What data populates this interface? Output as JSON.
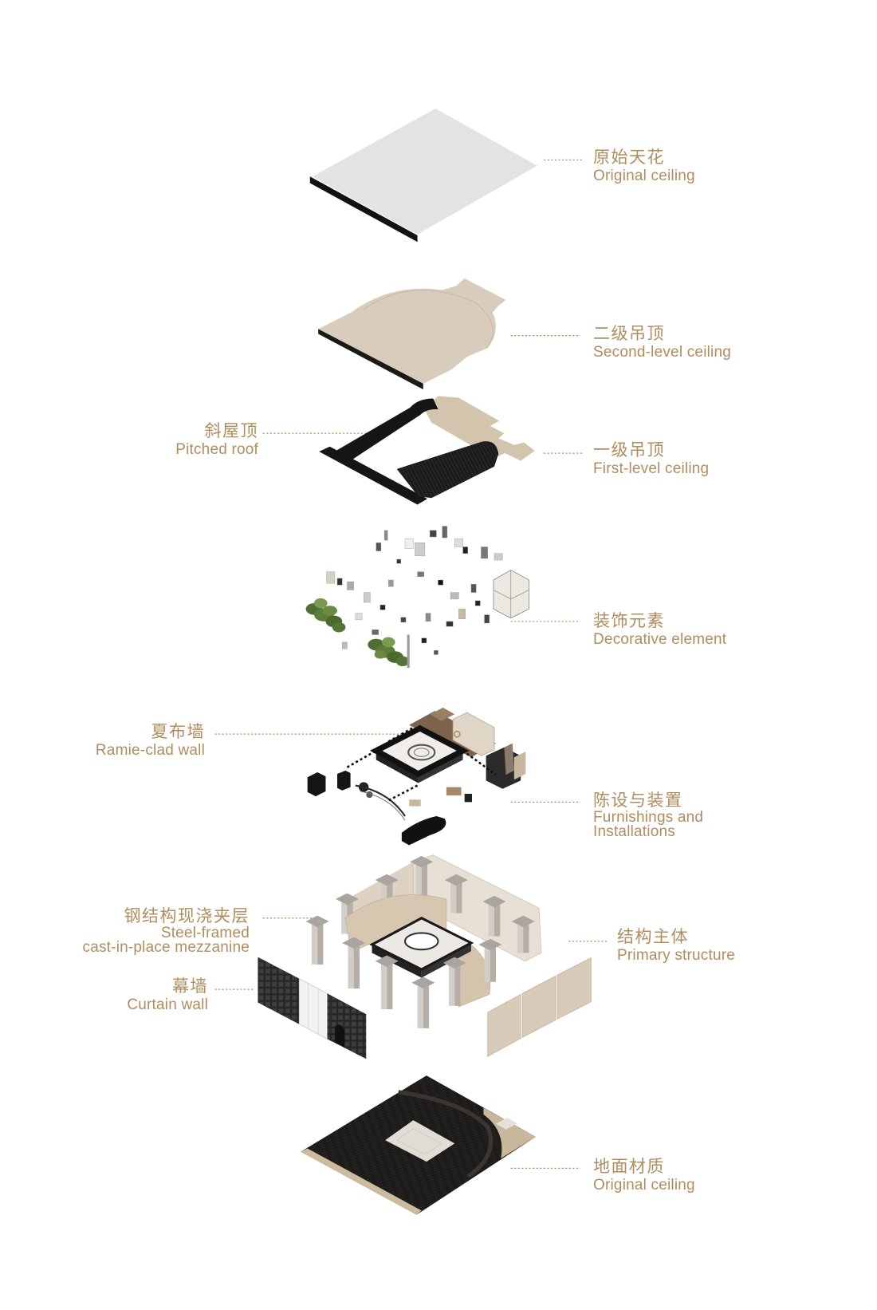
{
  "labels": {
    "original_ceiling": {
      "cn": "原始天花",
      "en": "Original ceiling"
    },
    "second_level_ceiling": {
      "cn": "二级吊顶",
      "en": "Second-level ceiling"
    },
    "pitched_roof": {
      "cn": "斜屋顶",
      "en": "Pitched roof"
    },
    "first_level_ceiling": {
      "cn": "一级吊顶",
      "en": "First-level ceiling"
    },
    "decorative_element": {
      "cn": "装饰元素",
      "en": "Decorative element"
    },
    "ramie_clad_wall": {
      "cn": "夏布墙",
      "en": "Ramie-clad wall"
    },
    "furnishings": {
      "cn": "陈设与装置",
      "en_lines": [
        "Furnishings and",
        "Installations"
      ]
    },
    "mezzanine": {
      "cn": "钢结构现浇夹层",
      "en_lines": [
        "Steel-framed",
        "cast-in-place mezzanine"
      ]
    },
    "primary_structure": {
      "cn": "结构主体",
      "en": "Primary structure"
    },
    "curtain_wall": {
      "cn": "幕墙",
      "en": "Curtain wall"
    },
    "floor_material": {
      "cn": "地面材质",
      "en": "Original ceiling"
    }
  },
  "colors": {
    "label_text": "#b08d5e",
    "leader_line": "#b08d5e",
    "background": "#ffffff"
  }
}
